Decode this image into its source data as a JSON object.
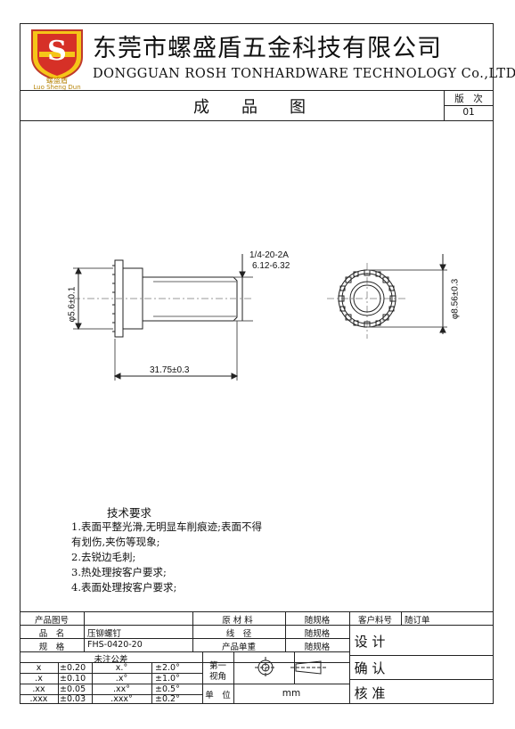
{
  "header": {
    "company_cn": "东莞市螺盛盾五金科技有限公司",
    "company_en": "DONGGUAN ROSH TONHARDWARE TECHNOLOGY Co.,LTD",
    "logo_letter": "S",
    "logo_cn": "螺盛盾",
    "logo_en": "Luo Sheng Dun",
    "drawing_title": "成　　品　　图",
    "version_label": "版　次",
    "version_value": "01"
  },
  "dimensions": {
    "thread_spec": "1/4-20-2A",
    "thread_range": "6.12-6.32",
    "dia_left": "φ5.6±0.1",
    "length": "31.75±0.3",
    "dia_right": "φ8.56±0.3"
  },
  "requirements": {
    "title": "技术要求",
    "item1_a": "1.表面平整光滑,无明显车削痕迹;表面不得",
    "item1_b": "有划伤,夹伤等现象;",
    "item2": "2.去锐边毛刺;",
    "item3": "3.热处理按客户要求;",
    "item4": "4.表面处理按客户要求;"
  },
  "titleblock": {
    "product_no_label": "产品图号",
    "name_label": "品　名",
    "name_value": "压铆螺钉",
    "spec_label": "规　格",
    "spec_value": "FHS-0420-20",
    "material_label": "原材料",
    "material_value": "随规格",
    "wire_label": "线　径",
    "wire_value": "随规格",
    "weight_label": "产品单重",
    "weight_value": "随规格",
    "customer_no_label": "客户料号",
    "customer_no_value": "随订单",
    "design_label": "设 计",
    "confirm_label": "确 认",
    "approve_label": "核 准",
    "tolerance_label": "未注公差",
    "tol_rows": [
      {
        "k1": "x",
        "v1": "±0.20",
        "k2": "x.°",
        "v2": "±2.0°"
      },
      {
        "k1": ".x",
        "v1": "±0.10",
        "k2": ".x°",
        "v2": "±1.0°"
      },
      {
        "k1": ".xx",
        "v1": "±0.05",
        "k2": ".xx°",
        "v2": "±0.5°"
      },
      {
        "k1": ".xxx",
        "v1": "±0.03",
        "k2": ".xxx°",
        "v2": "±0.2°"
      }
    ],
    "angle_label_1": "第一",
    "angle_label_2": "视角",
    "unit_label": "单　位",
    "unit_value": "mm"
  }
}
